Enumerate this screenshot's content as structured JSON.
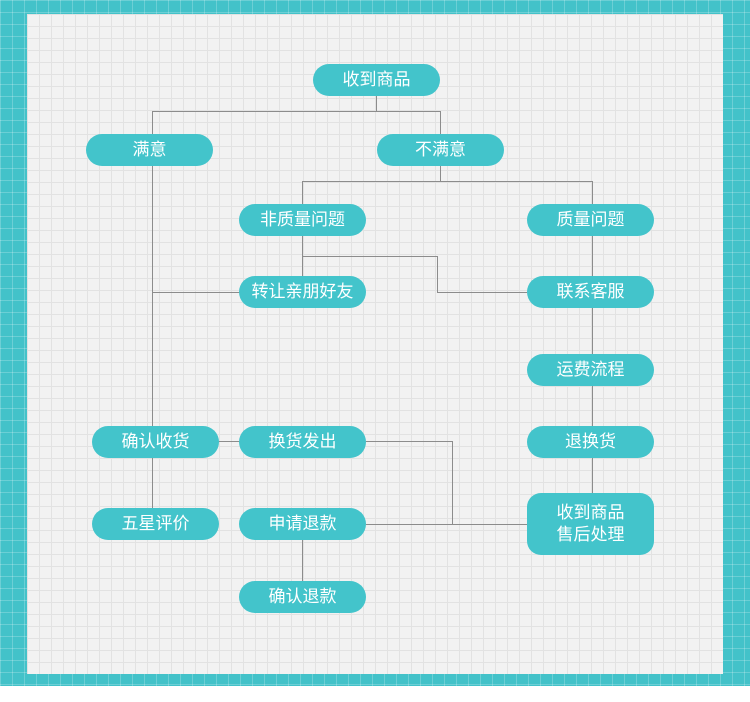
{
  "colors": {
    "node_fill": "#43c4cb",
    "node_text": "#ffffff",
    "line": "#8c8c8c",
    "frame": "#43c2c9",
    "canvas": "#f2f2f2"
  },
  "nodes": {
    "received": "收到商品",
    "satisfied": "满意",
    "dissatisfied": "不满意",
    "non_quality": "非质量问题",
    "quality": "质量问题",
    "transfer": "转让亲朋好友",
    "contact_service": "联系客服",
    "shipping_process": "运费流程",
    "confirm_receipt": "确认收货",
    "exchange_sent": "换货发出",
    "return_exchange": "退换货",
    "five_star": "五星评价",
    "apply_refund": "申请退款",
    "after_sale_line1": "收到商品",
    "after_sale_line2": "售后处理",
    "confirm_refund": "确认退款"
  }
}
